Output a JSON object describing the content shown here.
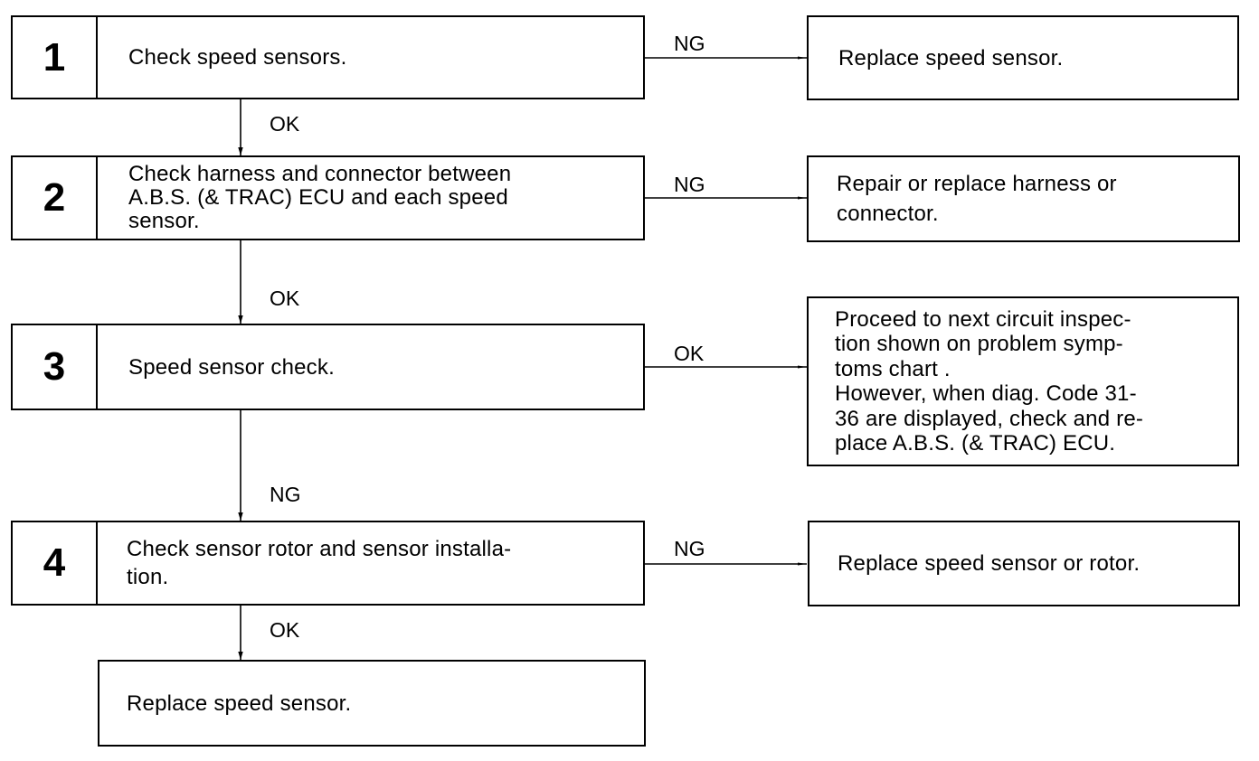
{
  "steps": [
    {
      "number": "1",
      "lines": [
        "Check speed sensors."
      ]
    },
    {
      "number": "2",
      "lines": [
        "Check harness and connector between",
        "A.B.S. (& TRAC) ECU and each speed",
        "sensor."
      ]
    },
    {
      "number": "3",
      "lines": [
        "Speed sensor check."
      ]
    },
    {
      "number": "4",
      "lines": [
        "Check sensor rotor and sensor installa-",
        "tion."
      ]
    }
  ],
  "final": {
    "lines": [
      "Replace speed sensor."
    ]
  },
  "results": [
    {
      "lines": [
        "Replace speed sensor."
      ]
    },
    {
      "lines": [
        "Repair or replace harness or",
        "connector."
      ]
    },
    {
      "lines": [
        "Proceed to next circuit inspec-",
        "tion shown on problem symp-",
        "toms chart .",
        "However, when diag. Code 31-",
        "36 are displayed, check and re-",
        "place A.B.S. (& TRAC)  ECU."
      ]
    },
    {
      "lines": [
        "Replace speed sensor or rotor."
      ]
    }
  ],
  "side_labels": [
    "NG",
    "NG",
    "OK",
    "NG"
  ],
  "down_labels": [
    "OK",
    "OK",
    "NG",
    "OK"
  ]
}
